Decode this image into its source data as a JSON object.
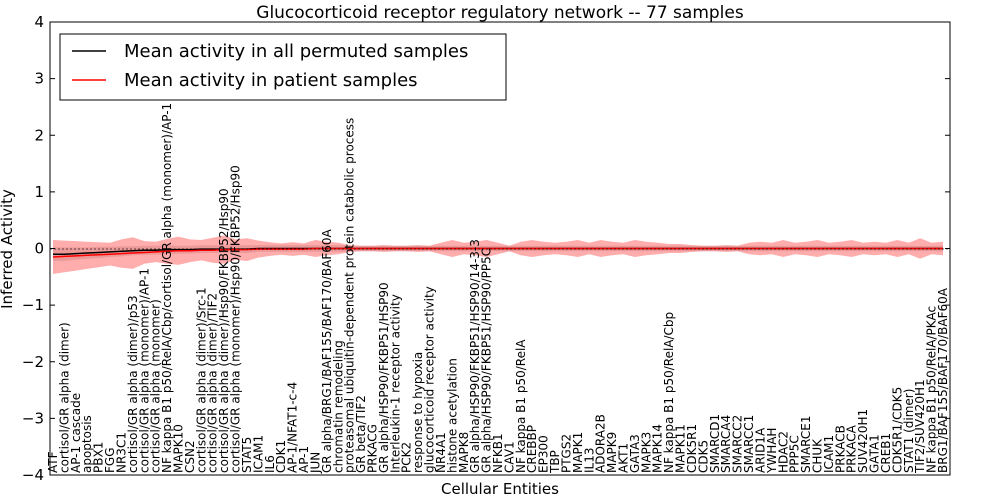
{
  "chart_data": {
    "type": "line",
    "title": "Glucocorticoid receptor regulatory network -- 77 samples",
    "xlabel": "Cellular Entities",
    "ylabel": "Inferred Activity",
    "ylim": [
      -4,
      4
    ],
    "yticks": [
      -4,
      -3,
      -2,
      -1,
      0,
      1,
      2,
      3,
      4
    ],
    "grid": false,
    "legend_position": "top-left",
    "categories": [
      "ATF",
      "cortisol/GR alpha (dimer)",
      "AP-1 cascade",
      "apoptosis",
      "PBX1",
      "FGG",
      "NR3C1",
      "cortisol/GR alpha (dimer)/p53",
      "cortisol/GR alpha (monomer)/AP-1",
      "cortisol/GR alpha (monomer)",
      "NF kappa B1 p50/RelA/Cbp/cortisol/GR alpha (monomer)/AP-1",
      "MAPK10",
      "CSN2",
      "cortisol/GR alpha (dimer)/Src-1",
      "cortisol/GR alpha (dimer)/TIF2",
      "cortisol/GR alpha (dimer)/Hsp90/FKBP52/Hsp90",
      "cortisol/GR alpha (monomer)/Hsp90/FKBP52/Hsp90",
      "STAT5",
      "ICAM1",
      "IL6",
      "CDK1",
      "AP-1/NFAT1-c-4",
      "AP-1",
      "JUN",
      "GR alpha/BRG1/BAF155/BAF170/BAF60A",
      "chromatin remodeling",
      "proteasomal ubiquitin-dependent protein catabolic process",
      "GR beta/TIF2",
      "PRKACG",
      "GR alpha/HSP90/FKBP51/HSP90",
      "Interleukin-1 receptor activity",
      "PCK2",
      "response to hypoxia",
      "glucocorticoid receptor activity",
      "NR4A1",
      "histone acetylation",
      "MAPK8",
      "GR alpha/HSP90/FKBP51/HSP90/14-3-3",
      "GR alpha/HSP90/FKBP51/HSP90/PP5C",
      "NFKB1",
      "CAV1",
      "NF kappa B1 p50/RelA",
      "CREBBP",
      "EP300",
      "TBP",
      "PTGS2",
      "MAPK1",
      "IL13",
      "ADORA2B",
      "MAPK9",
      "AKT1",
      "GATA3",
      "MAPK3",
      "MAPK14",
      "NF kappa B1 p50/RelA/Cbp",
      "MAPK11",
      "CDK5R1",
      "CDK5",
      "SMARCD1",
      "SMARCA4",
      "SMARCC2",
      "SMARCC1",
      "ARID1A",
      "YWHAH",
      "HDAC2",
      "PPP5C",
      "SMARCE1",
      "CHUK",
      "ICAM1",
      "PRKACB",
      "PRKACA",
      "SUV420H1",
      "GATA1",
      "CREB1",
      "CDK5R1/CDK5",
      "STAT1 (dimer)",
      "TIF2/SUV420H1",
      "NF kappa B1 p50/RelA/PKAc",
      "BRG1/BAF155/BAF170/BAF60A"
    ],
    "series": [
      {
        "name": "Mean activity in all permuted samples",
        "color": "#000000",
        "values": [
          -0.1,
          -0.1,
          -0.09,
          -0.08,
          -0.07,
          -0.06,
          -0.05,
          -0.04,
          -0.03,
          -0.03,
          -0.02,
          -0.02,
          -0.02,
          -0.01,
          -0.01,
          -0.01,
          -0.01,
          -0.01,
          0,
          0,
          0,
          0,
          0,
          0,
          0,
          0,
          0,
          0,
          0,
          0,
          0,
          0,
          0,
          0,
          0,
          0,
          0,
          0,
          0,
          0,
          0,
          0,
          0,
          0,
          0,
          0,
          0,
          0,
          0,
          0,
          0,
          0,
          0,
          0,
          0,
          0,
          0,
          0,
          0,
          0,
          0,
          0,
          0,
          0,
          0,
          0,
          0,
          0,
          0,
          0,
          0,
          0,
          0,
          0,
          0,
          0,
          0,
          0,
          0
        ],
        "band": [
          0.12,
          0.12,
          0.11,
          0.1,
          0.1,
          0.09,
          0.09,
          0.08,
          0.08,
          0.08,
          0.08,
          0.07,
          0.07,
          0.07,
          0.07,
          0.07,
          0.07,
          0.07,
          0.06,
          0.06,
          0.06,
          0.06,
          0.06,
          0.06,
          0.06,
          0.06,
          0.05,
          0.05,
          0.05,
          0.05,
          0.05,
          0.05,
          0.05,
          0.05,
          0.05,
          0.05,
          0.05,
          0.05,
          0.05,
          0.05,
          0.05,
          0.05,
          0.05,
          0.05,
          0.05,
          0.05,
          0.05,
          0.05,
          0.05,
          0.05,
          0.05,
          0.05,
          0.05,
          0.05,
          0.05,
          0.05,
          0.05,
          0.05,
          0.05,
          0.05,
          0.05,
          0.05,
          0.05,
          0.05,
          0.05,
          0.05,
          0.05,
          0.05,
          0.05,
          0.05,
          0.05,
          0.05,
          0.05,
          0.05,
          0.05,
          0.05,
          0.05,
          0.05,
          0.05
        ]
      },
      {
        "name": "Mean activity in patient samples",
        "color": "#ff0000",
        "values": [
          -0.15,
          -0.14,
          -0.13,
          -0.12,
          -0.11,
          -0.1,
          -0.09,
          -0.08,
          -0.07,
          -0.06,
          -0.05,
          -0.04,
          -0.04,
          -0.03,
          -0.03,
          -0.02,
          -0.02,
          -0.02,
          -0.01,
          -0.01,
          -0.01,
          -0.01,
          -0.01,
          0,
          0,
          0,
          0,
          0,
          0,
          0,
          0,
          0,
          0,
          0,
          0,
          0,
          0,
          0,
          0,
          0,
          0,
          0,
          0,
          0,
          0,
          0,
          0,
          0,
          0,
          0,
          0,
          0,
          0,
          0,
          0,
          0,
          0,
          0,
          0,
          0,
          0,
          0,
          0,
          0,
          0,
          0,
          0,
          0,
          0,
          0,
          0,
          0,
          0,
          0,
          0,
          0,
          0,
          0,
          0
        ],
        "band": [
          0.3,
          0.28,
          0.26,
          0.24,
          0.22,
          0.2,
          0.25,
          0.28,
          0.2,
          0.18,
          0.22,
          0.25,
          0.2,
          0.18,
          0.22,
          0.25,
          0.18,
          0.2,
          0.15,
          0.12,
          0.1,
          0.12,
          0.1,
          0.15,
          0.12,
          0.1,
          0.06,
          0.05,
          0.05,
          0.06,
          0.05,
          0.05,
          0.06,
          0.05,
          0.1,
          0.15,
          0.1,
          0.12,
          0.15,
          0.1,
          0.05,
          0.12,
          0.15,
          0.12,
          0.1,
          0.12,
          0.15,
          0.1,
          0.15,
          0.12,
          0.1,
          0.15,
          0.12,
          0.1,
          0.08,
          0.08,
          0.06,
          0.05,
          0.05,
          0.06,
          0.05,
          0.1,
          0.12,
          0.1,
          0.15,
          0.1,
          0.12,
          0.15,
          0.1,
          0.12,
          0.15,
          0.1,
          0.12,
          0.1,
          0.15,
          0.1,
          0.18,
          0.1,
          0.12
        ]
      }
    ]
  }
}
